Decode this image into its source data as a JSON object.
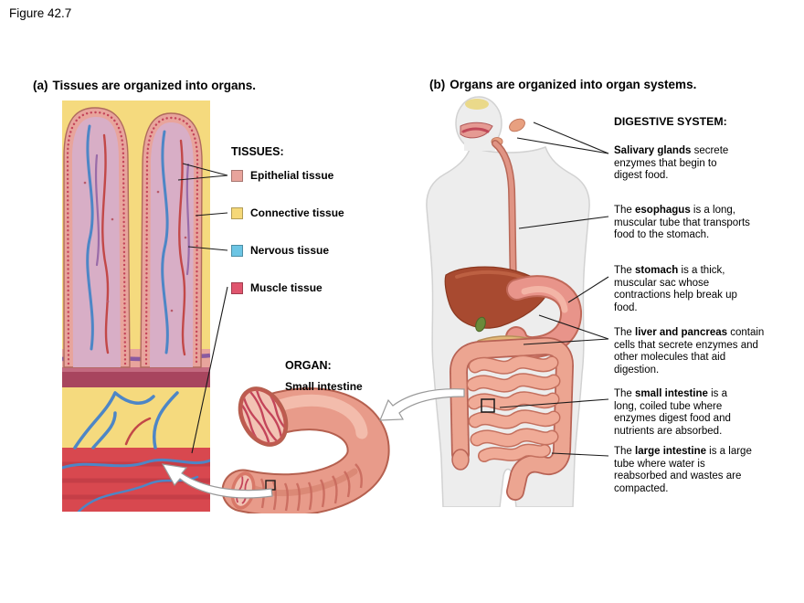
{
  "figure": {
    "label": "Figure 42.7"
  },
  "panel_a": {
    "title_prefix": "(a)",
    "title": "Tissues are organized into organs.",
    "tissues_heading": "TISSUES:",
    "legend": [
      {
        "label": "Epithelial tissue",
        "color": "#e8a49c"
      },
      {
        "label": "Connective tissue",
        "color": "#f5d878"
      },
      {
        "label": "Nervous tissue",
        "color": "#6cc5e4"
      },
      {
        "label": "Muscle tissue",
        "color": "#e0556e"
      }
    ],
    "organ_heading": "ORGAN:",
    "organ_name": "Small intestine"
  },
  "panel_b": {
    "title_prefix": "(b)",
    "title": "Organs are organized into organ systems.",
    "system_heading": "DIGESTIVE SYSTEM:",
    "labels": [
      {
        "pre": "",
        "bold": "Salivary glands",
        "rest": " secrete enzymes that begin to digest food."
      },
      {
        "pre": "The ",
        "bold": "esophagus",
        "rest": " is a long, muscular tube that transports food to the stomach."
      },
      {
        "pre": "The ",
        "bold": "stomach",
        "rest": " is a thick, muscular sac whose contractions help break up food."
      },
      {
        "pre": "The ",
        "bold": "liver and pancreas",
        "rest": " contain cells that secrete enzymes and other molecules that aid digestion."
      },
      {
        "pre": "The ",
        "bold": "small intestine",
        "rest": " is a long, coiled tube where enzymes digest food and nutrients are absorbed."
      },
      {
        "pre": "The ",
        "bold": "large intestine",
        "rest": " is a large tube where water is reabsorbed and wastes are compacted."
      }
    ]
  }
}
